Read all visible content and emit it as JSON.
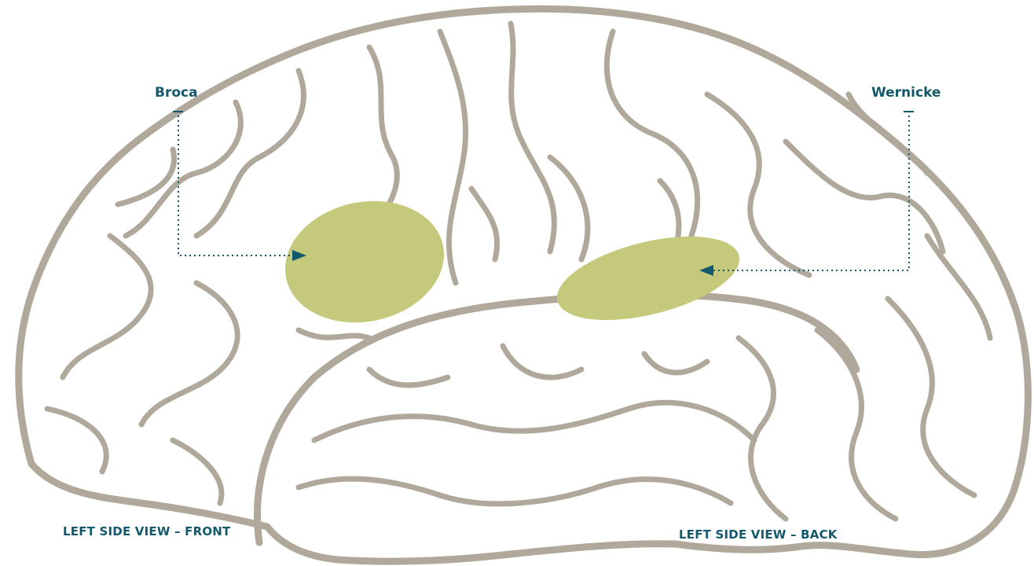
{
  "labels": {
    "broca": "Broca",
    "wernicke": "Wernicke",
    "view_front": "LEFT SIDE VIEW – FRONT",
    "view_back": "LEFT SIDE VIEW – BACK"
  },
  "colors": {
    "outline": "#b0a99b",
    "area_fill": "#c5c97b",
    "label": "#12596b",
    "background": "#ffffff"
  }
}
